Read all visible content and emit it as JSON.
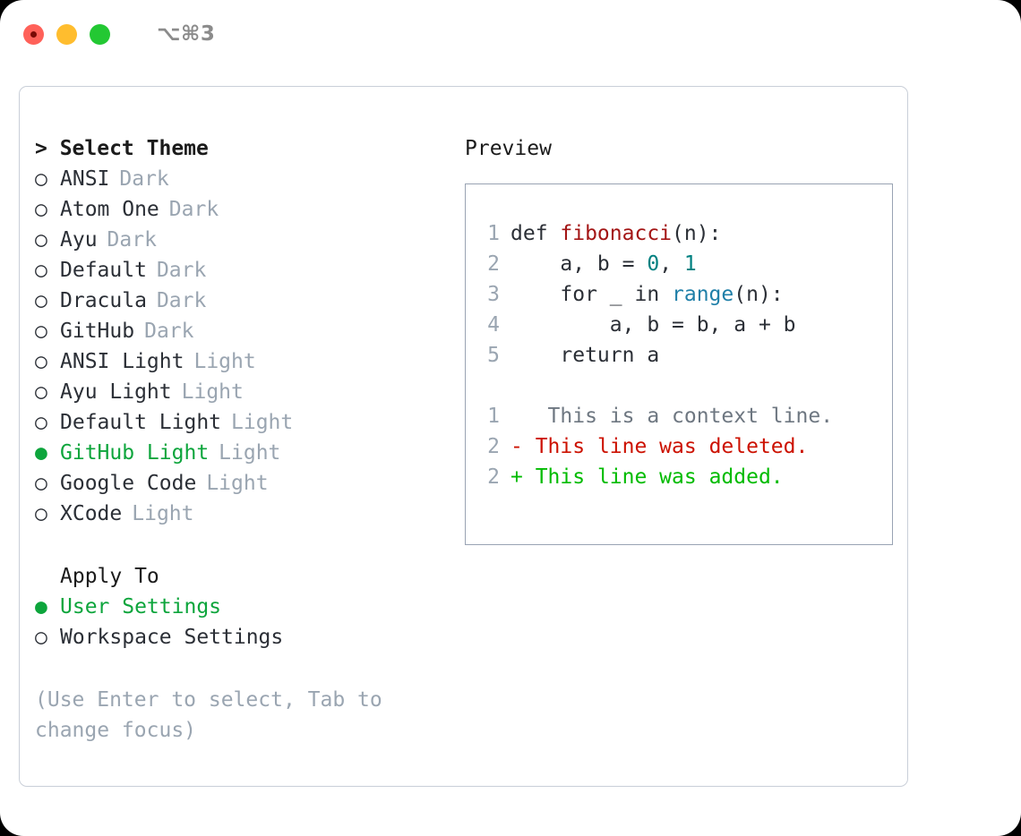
{
  "titlebar": {
    "shortcut": "⌥⌘3",
    "buttons": [
      {
        "name": "close",
        "color": "#ff6159"
      },
      {
        "name": "minimize",
        "color": "#ffbd2e"
      },
      {
        "name": "maximize",
        "color": "#23c833"
      }
    ]
  },
  "theme_picker": {
    "header": "> Select Theme",
    "focused": true,
    "selected_bullet": "●",
    "unselected_bullet": "○",
    "options": [
      {
        "label": "ANSI",
        "tag": "Dark",
        "selected": false
      },
      {
        "label": "Atom One",
        "tag": "Dark",
        "selected": false
      },
      {
        "label": "Ayu",
        "tag": "Dark",
        "selected": false
      },
      {
        "label": "Default",
        "tag": "Dark",
        "selected": false
      },
      {
        "label": "Dracula",
        "tag": "Dark",
        "selected": false
      },
      {
        "label": "GitHub",
        "tag": "Dark",
        "selected": false
      },
      {
        "label": "ANSI Light",
        "tag": "Light",
        "selected": false
      },
      {
        "label": "Ayu Light",
        "tag": "Light",
        "selected": false
      },
      {
        "label": "Default Light",
        "tag": "Light",
        "selected": false
      },
      {
        "label": "GitHub Light",
        "tag": "Light",
        "selected": true
      },
      {
        "label": "Google Code",
        "tag": "Light",
        "selected": false
      },
      {
        "label": "XCode",
        "tag": "Light",
        "selected": false
      }
    ]
  },
  "apply_to": {
    "header": "Apply To",
    "options": [
      {
        "label": "User Settings",
        "selected": true
      },
      {
        "label": "Workspace Settings",
        "selected": false
      }
    ]
  },
  "hint": "(Use Enter to select, Tab to change focus)",
  "preview": {
    "title": "Preview",
    "code_lines": [
      {
        "num": "1",
        "tokens": [
          {
            "t": "def ",
            "k": "plain"
          },
          {
            "t": "fibonacci",
            "k": "fn"
          },
          {
            "t": "(n):",
            "k": "plain"
          }
        ]
      },
      {
        "num": "2",
        "tokens": [
          {
            "t": "    a, b = ",
            "k": "plain"
          },
          {
            "t": "0",
            "k": "num"
          },
          {
            "t": ", ",
            "k": "plain"
          },
          {
            "t": "1",
            "k": "num"
          }
        ]
      },
      {
        "num": "3",
        "tokens": [
          {
            "t": "    for _ in ",
            "k": "plain"
          },
          {
            "t": "range",
            "k": "call"
          },
          {
            "t": "(n):",
            "k": "plain"
          }
        ]
      },
      {
        "num": "4",
        "tokens": [
          {
            "t": "        a, b = b, a + b",
            "k": "plain"
          }
        ]
      },
      {
        "num": "5",
        "tokens": [
          {
            "t": "    return a",
            "k": "plain"
          }
        ]
      }
    ],
    "diff_lines": [
      {
        "num": "1",
        "marker": " ",
        "text": "  This is a context line.",
        "kind": "context"
      },
      {
        "num": "2",
        "marker": "-",
        "text": " This line was deleted.",
        "kind": "deleted"
      },
      {
        "num": "2",
        "marker": "+",
        "text": " This line was added.",
        "kind": "added"
      }
    ]
  },
  "colors": {
    "selected_green": "#0da53c",
    "tag_gray": "#9aa5b1",
    "diff_add": "#00bb00",
    "diff_del": "#cc1100",
    "token_fn": "#a31515",
    "token_num": "#008080",
    "token_call": "#1f7fa8"
  }
}
